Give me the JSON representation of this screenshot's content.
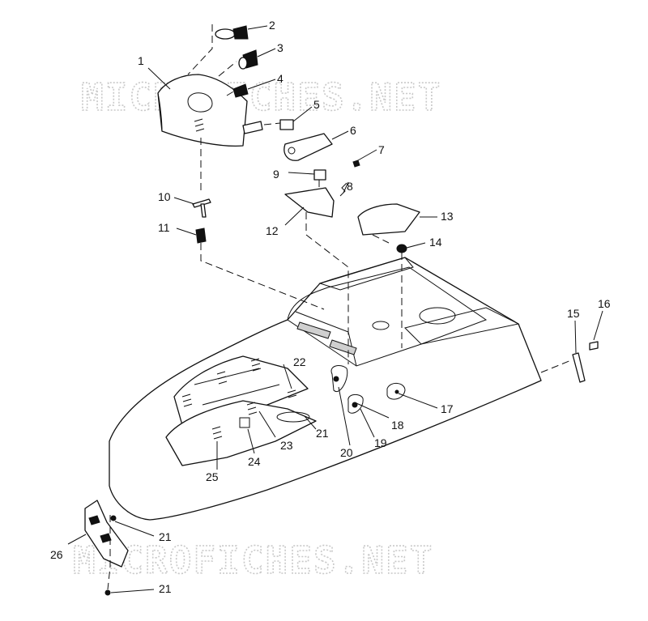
{
  "watermark": "MICROFICHES.NET",
  "callouts": [
    {
      "id": "c1",
      "text": "1"
    },
    {
      "id": "c2",
      "text": "2"
    },
    {
      "id": "c3",
      "text": "3"
    },
    {
      "id": "c4",
      "text": "4"
    },
    {
      "id": "c5",
      "text": "5"
    },
    {
      "id": "c6",
      "text": "6"
    },
    {
      "id": "c7",
      "text": "7"
    },
    {
      "id": "c8",
      "text": "8"
    },
    {
      "id": "c9",
      "text": "9"
    },
    {
      "id": "c10",
      "text": "10"
    },
    {
      "id": "c11",
      "text": "11"
    },
    {
      "id": "c12",
      "text": "12"
    },
    {
      "id": "c13",
      "text": "13"
    },
    {
      "id": "c14",
      "text": "14"
    },
    {
      "id": "c15",
      "text": "15"
    },
    {
      "id": "c16",
      "text": "16"
    },
    {
      "id": "c17",
      "text": "17"
    },
    {
      "id": "c18",
      "text": "18"
    },
    {
      "id": "c19",
      "text": "19"
    },
    {
      "id": "c20",
      "text": "20"
    },
    {
      "id": "c21a",
      "text": "21"
    },
    {
      "id": "c21b",
      "text": "21"
    },
    {
      "id": "c21c",
      "text": "21"
    },
    {
      "id": "c22",
      "text": "22"
    },
    {
      "id": "c23",
      "text": "23"
    },
    {
      "id": "c24",
      "text": "24"
    },
    {
      "id": "c25",
      "text": "25"
    },
    {
      "id": "c26",
      "text": "26"
    }
  ]
}
